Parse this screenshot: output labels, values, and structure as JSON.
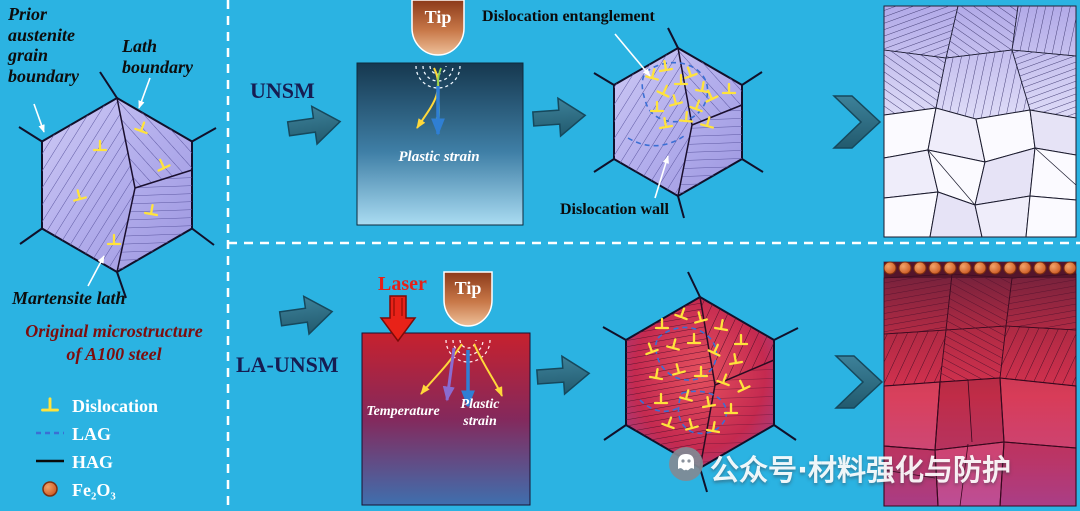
{
  "colors": {
    "background": "#2bb3e2",
    "flow_arrow": "#2e6d84",
    "laser_red": "#e82118",
    "title_navy": "#161d52",
    "original_text_red": "#7d0d0d",
    "dislocation_yellow": "#ffe33c",
    "lag_blue": "#3b6fd4",
    "fe2o3_orange": "#d2652e"
  },
  "left_panel": {
    "prior_label": "Prior\naustenite\ngrain\nboundary",
    "lath_label": "Lath\nboundary",
    "martensite_label": "Martensite lath",
    "original_label": "Original microstructure\nof A100 steel",
    "legend": [
      {
        "icon": "dislocation-symbol",
        "label": "Dislocation"
      },
      {
        "icon": "lag-dashed-line",
        "label": "LAG"
      },
      {
        "icon": "hag-solid-line",
        "label": "HAG"
      },
      {
        "icon": "fe2o3-particle",
        "label": "Fe₂O₃"
      }
    ]
  },
  "unsm_row": {
    "title": "UNSM",
    "tip_label": "Tip",
    "plastic_strain_label": "Plastic strain",
    "entanglement_label": "Dislocation entanglement",
    "wall_label": "Dislocation wall"
  },
  "launsm_row": {
    "title": "LA-UNSM",
    "laser_label": "Laser",
    "tip_label": "Tip",
    "temperature_label": "Temperature",
    "plastic_strain_label": "Plastic\nstrain"
  },
  "watermark": {
    "text": "公众号·材料强化与防护"
  }
}
